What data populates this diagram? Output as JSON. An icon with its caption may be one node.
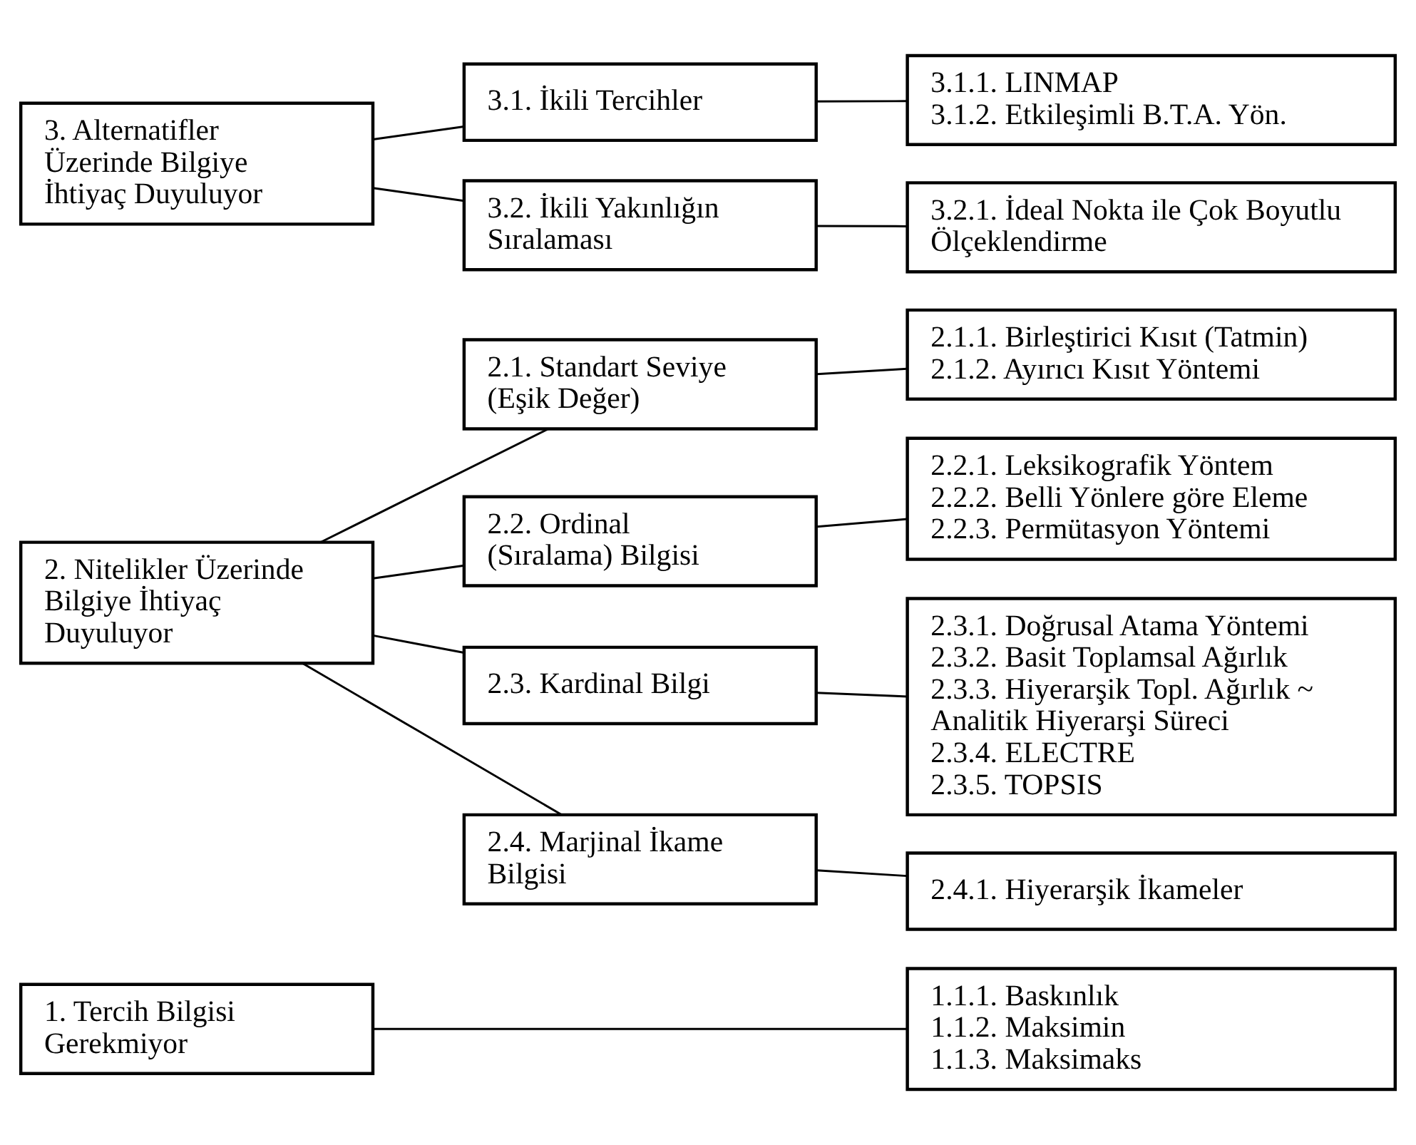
{
  "diagram": {
    "nodes": [
      {
        "text": [
          "1. Tercih Bilgisi Gerekmiyor"
        ]
      },
      {
        "text": [
          "1.1.1. Baskınlık",
          "1.1.2. Maksimin",
          "1.1.3. Maksimaks"
        ]
      },
      {
        "text": [
          "2. Nitelikler Üzerinde Bilgiye İhtiyaç Duyuluyor"
        ]
      },
      {
        "text": [
          "2.1. Standart Seviye (Eşik Değer)"
        ]
      },
      {
        "text": [
          "2.1.1. Birleştirici Kısıt (Tatmin)",
          "2.1.2. Ayırıcı Kısıt Yöntemi"
        ]
      },
      {
        "text": [
          "2.2. Ordinal (Sıralama) Bilgisi"
        ]
      },
      {
        "text": [
          "2.2.1. Leksikografik Yöntem",
          "2.2.2. Belli Yönlere göre Eleme",
          "2.2.3. Permütasyon Yöntemi"
        ]
      },
      {
        "text": [
          "2.3. Kardinal Bilgi"
        ]
      },
      {
        "text": [
          "2.3.1. Doğrusal Atama Yöntemi",
          "2.3.2. Basit Toplamsal Ağırlık",
          "2.3.3. Hiyerarşik Topl. Ağırlık ~ Analitik Hiyerarşi Süreci",
          "2.3.4. ELECTRE",
          "2.3.5. TOPSIS"
        ]
      },
      {
        "text": [
          "2.4. Marjinal İkame Bilgisi"
        ]
      },
      {
        "text": [
          "2.4.1. Hiyerarşik İkameler"
        ]
      },
      {
        "text": [
          "3. Alternatifler Üzerinde Bilgiye İhtiyaç Duyuluyor"
        ]
      },
      {
        "text": [
          "3.1. İkili Tercihler"
        ]
      },
      {
        "text": [
          "3.1.1. LINMAP",
          "3.1.2. Etkileşimli B.T.A. Yön."
        ]
      },
      {
        "text": [
          "3.2. İkili Yakınlığın Sıralaması"
        ]
      },
      {
        "text": [
          "3.2.1. İdeal Nokta ile Çok Boyutlu Ölçeklendirme"
        ]
      }
    ],
    "edges": [
      {
        "from": 0,
        "to": 1,
        "arrow": "none"
      },
      {
        "from": 2,
        "to": 3,
        "arrow": "none"
      },
      {
        "from": 2,
        "to": 5,
        "arrow": "none"
      },
      {
        "from": 2,
        "to": 7,
        "arrow": "none"
      },
      {
        "from": 2,
        "to": 9,
        "arrow": "none"
      },
      {
        "from": 3,
        "to": 4,
        "arrow": "none"
      },
      {
        "from": 5,
        "to": 6,
        "arrow": "none"
      },
      {
        "from": 7,
        "to": 8,
        "arrow": "none"
      },
      {
        "from": 9,
        "to": 10,
        "arrow": "none"
      },
      {
        "from": 11,
        "to": 12,
        "arrow": "none"
      },
      {
        "from": 11,
        "to": 14,
        "arrow": "none"
      },
      {
        "from": 12,
        "to": 13,
        "arrow": "none"
      },
      {
        "from": 14,
        "to": 15,
        "arrow": "none"
      }
    ]
  }
}
